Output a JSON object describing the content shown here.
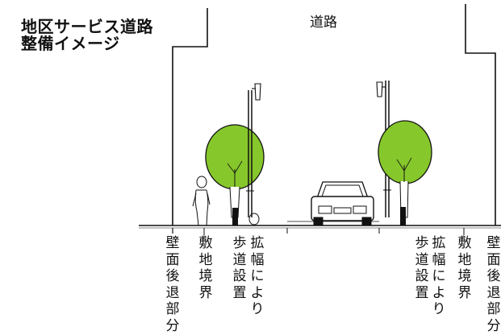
{
  "title": [
    "地区サービス道路",
    "整備イメージ"
  ],
  "road_label": "道路",
  "labels_left": [
    "壁面後退部分",
    "敷地境界",
    "歩道設置",
    "拡幅により"
  ],
  "labels_right": [
    "歩道設置",
    "拡幅により",
    "敷地境界",
    "壁面後退部分"
  ],
  "colors": {
    "tree_foliage": "#86c72b",
    "ink": "#111111",
    "background": "#ffffff"
  }
}
